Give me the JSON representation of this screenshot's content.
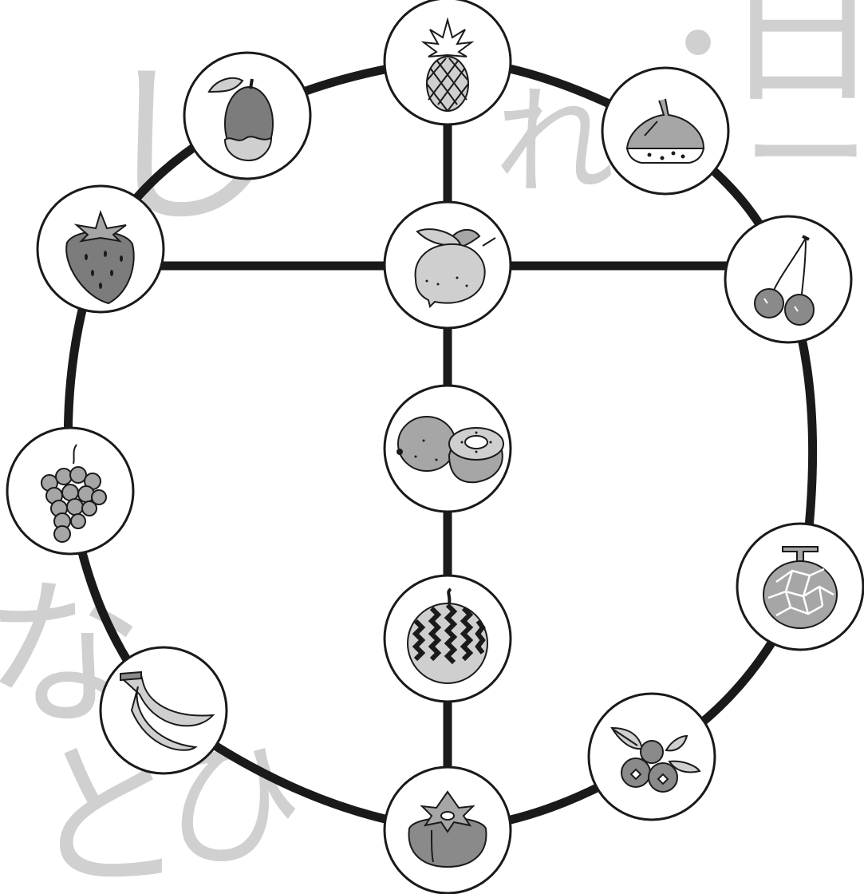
{
  "colors": {
    "line": "#1a1a1a",
    "node_fill": "#ffffff",
    "fruit_dark": "#7c7c7c",
    "fruit_mid": "#a6a6a6",
    "fruit_light": "#cfcfcf",
    "watermark": "#cccccc"
  },
  "nodes": [
    {
      "id": "pineapple",
      "icon": "pineapple-icon"
    },
    {
      "id": "chestnut",
      "icon": "chestnut-icon"
    },
    {
      "id": "cherry",
      "icon": "cherry-icon"
    },
    {
      "id": "melon",
      "icon": "melon-icon"
    },
    {
      "id": "blueberry",
      "icon": "blueberry-icon"
    },
    {
      "id": "persimmon",
      "icon": "persimmon-icon"
    },
    {
      "id": "banana",
      "icon": "banana-icon"
    },
    {
      "id": "grape",
      "icon": "grape-icon"
    },
    {
      "id": "strawberry",
      "icon": "strawberry-icon"
    },
    {
      "id": "peach",
      "icon": "peach-icon"
    },
    {
      "id": "lemon",
      "icon": "lemon-icon"
    },
    {
      "id": "kiwi",
      "icon": "kiwi-icon"
    },
    {
      "id": "watermelon",
      "icon": "watermelon-icon"
    }
  ],
  "watermark_text": [
    "し",
    "れ",
    "・",
    "日",
    "ー",
    "な",
    "ど",
    "ひ"
  ]
}
